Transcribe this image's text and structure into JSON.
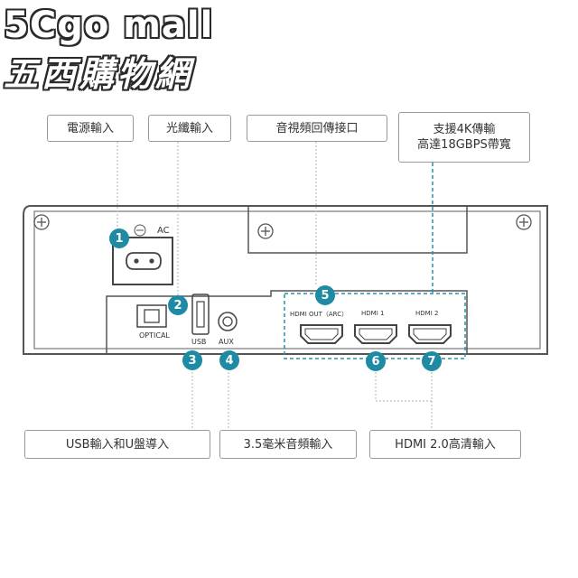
{
  "watermark": {
    "line1": "5Cgo mall",
    "line2": "五西購物網"
  },
  "callouts": {
    "power": "電源輸入",
    "optical": "光纖輸入",
    "arc": "音視頻回傳接口",
    "support_line1": "支援4K傳輸",
    "support_line2": "高達18GBPS帶寬",
    "usb": "USB輸入和U盤導入",
    "aux": "3.5毫米音頻輸入",
    "hdmi_in": "HDMI 2.0高清輸入"
  },
  "port_labels": {
    "ac": "AC",
    "optical": "OPTICAL",
    "usb": "USB",
    "aux": "AUX",
    "hdmi_out": "HDMI OUT（ARC）",
    "hdmi1": "HDMI  1",
    "hdmi2": "HDMI  2"
  },
  "badges": [
    "1",
    "2",
    "3",
    "4",
    "5",
    "6",
    "7"
  ],
  "colors": {
    "badge": "#1f8aa3",
    "leader_dashed": "#2a8fa8",
    "outline": "#555555"
  }
}
